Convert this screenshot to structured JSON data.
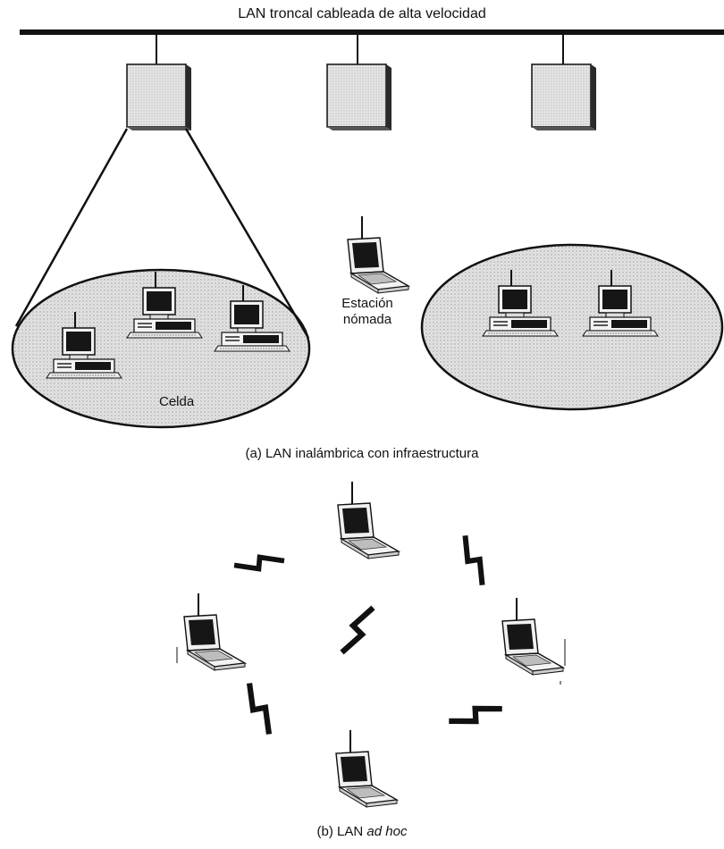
{
  "diagram": {
    "backbone_label": "LAN troncal cableada de alta velocidad",
    "cell_label": "Celda",
    "nomad_label": "Estación nómada",
    "caption_a": "(a) LAN inalámbrica con infraestructura",
    "caption_b_prefix": "(b) LAN ",
    "caption_b_italic": "ad hoc"
  },
  "colors": {
    "line": "#111111",
    "cell_fill": "#d7d7d7",
    "box_fill": "#dcdcdc",
    "screen": "#1a1a1a"
  },
  "icons": [
    "access-point-icon",
    "desktop-computer-icon",
    "laptop-icon",
    "wireless-link-icon"
  ]
}
